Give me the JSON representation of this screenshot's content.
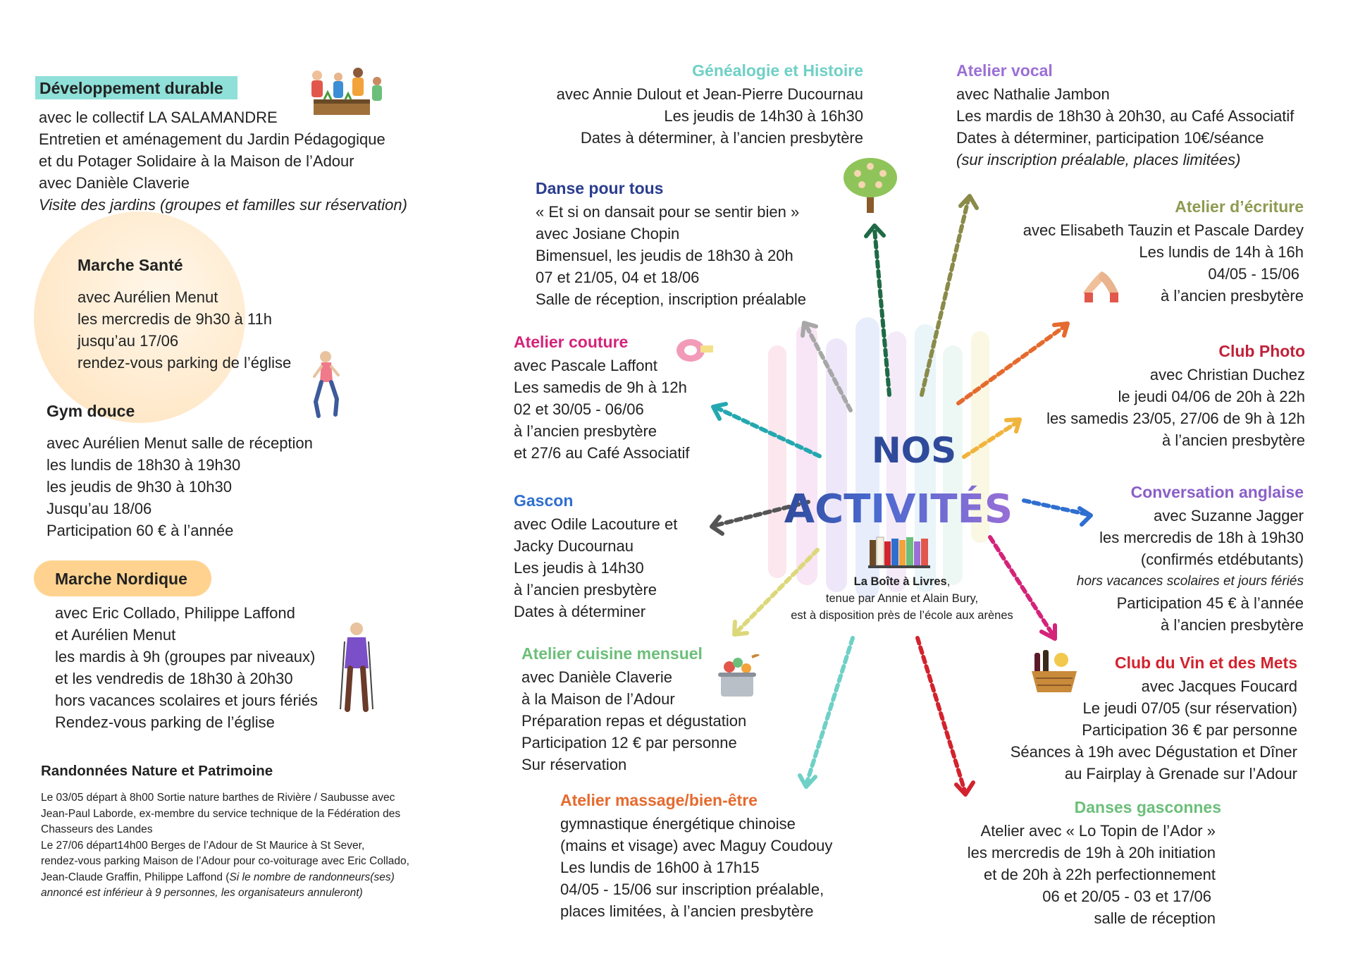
{
  "colors": {
    "green_tag": "#8fe0d8",
    "orange_tag": "#ffd38f",
    "teal": "#6fd0c6",
    "purple": "#9b6fd6",
    "navy": "#2a3d8f",
    "olive": "#8f9a50",
    "magenta": "#d4237a",
    "crimson": "#c0213a",
    "blue": "#2f6fd0",
    "purple2": "#8a5fc8",
    "green2": "#6cbf7a",
    "orange": "#e56a2e",
    "red": "#d2232e"
  },
  "dev_durable": {
    "title": "Développement durable",
    "lines": [
      "avec le collectif LA SALAMANDRE",
      "Entretien et aménagement du Jardin Pédagogique",
      "et du Potager Solidaire à la Maison de l’Adour",
      "avec Danièle Claverie"
    ],
    "italic": "Visite des jardins (groupes et familles sur réservation)"
  },
  "marche_sante": {
    "title": "Marche Santé",
    "lines": [
      "avec Aurélien Menut",
      "les mercredis de 9h30 à 11h",
      "jusqu’au 17/06",
      "rendez-vous parking de l’église"
    ]
  },
  "gym_douce": {
    "title": "Gym douce",
    "lines": [
      "avec Aurélien Menut salle de réception",
      "les lundis de 18h30 à 19h30",
      "les jeudis de 9h30 à 10h30",
      "Jusqu’au 18/06",
      "Participation 60 € à l’année"
    ]
  },
  "marche_nordique": {
    "title": "Marche Nordique",
    "lines": [
      "avec Eric Collado, Philippe Laffond",
      "et Aurélien Menut",
      "les mardis à 9h (groupes par niveaux)",
      "et les vendredis de 18h30 à 20h30",
      "hors vacances scolaires et jours fériés",
      "Rendez-vous parking de l’église"
    ]
  },
  "randonnees": {
    "title": "Randonnées Nature et Patrimoine",
    "lines": [
      "Le 03/05 départ à 8h00 Sortie nature barthes de Rivière / Saubusse avec",
      "Jean-Paul Laborde, ex-membre du service technique de la Fédération des",
      "Chasseurs des Landes",
      "Le 27/06 départ14h00 Berges de l’Adour de St Maurice à St Sever,",
      "rendez-vous parking Maison de l’Adour pour co-voiturage avec Eric Collado,"
    ],
    "mixed_line_normal": "Jean-Claude Graffin, Philippe Laffond (",
    "mixed_line_italic": "Si le nombre de randonneurs(ses)",
    "last_italic": "annoncé est inférieur à 9 personnes, les organisateurs annuleront)"
  },
  "genealogie": {
    "title": "Généalogie et Histoire",
    "lines": [
      "avec Annie Dulout et Jean-Pierre Ducournau",
      "Les jeudis de 14h30 à 16h30",
      "Dates à déterminer, à l’ancien presbytère"
    ]
  },
  "danse": {
    "title": "Danse pour tous",
    "lines": [
      "« Et si on dansait pour se sentir bien »",
      "avec Josiane Chopin",
      "Bimensuel, les jeudis de 18h30 à 20h",
      "07 et 21/05, 04 et 18/06",
      "Salle de réception, inscription préalable"
    ]
  },
  "couture": {
    "title": "Atelier couture",
    "lines": [
      "avec Pascale Laffont",
      "Les samedis de 9h à 12h",
      "02 et 30/05 - 06/06",
      "à l’ancien presbytère",
      "et 27/6 au Café Associatif"
    ]
  },
  "gascon": {
    "title": "Gascon",
    "lines": [
      "avec Odile Lacouture et",
      "Jacky Ducournau",
      "Les jeudis à 14h30",
      "à l’ancien presbytère",
      "Dates à déterminer"
    ]
  },
  "cuisine": {
    "title": "Atelier cuisine mensuel",
    "lines": [
      "avec Danièle Claverie",
      "à la Maison de l’Adour",
      "Préparation repas et dégustation",
      "Participation 12 € par personne",
      "Sur réservation"
    ]
  },
  "massage": {
    "title": "Atelier massage/bien-être",
    "lines": [
      "gymnastique énergétique chinoise",
      "(mains et visage) avec Maguy Coudouy",
      "Les lundis de 16h00 à 17h15",
      "04/05 - 15/06 sur inscription préalable,",
      "places limitées, à l’ancien presbytère"
    ]
  },
  "center": {
    "line1": "NOS",
    "line2": "ACTIVITÉS",
    "boite_title": "La Boîte à Livres",
    "boite_comma": ",",
    "boite_line2": "tenue par Annie et Alain Bury,",
    "boite_line3": "est à disposition près de l’école aux arènes"
  },
  "vocal": {
    "title": "Atelier vocal",
    "lines": [
      "avec Nathalie Jambon",
      "Les mardis de 18h30 à 20h30, au Café Associatif",
      "Dates à déterminer, participation 10€/séance"
    ],
    "italic": "(sur inscription préalable, places limitées)"
  },
  "ecriture": {
    "title": "Atelier d’écriture",
    "lines": [
      "avec Elisabeth Tauzin et Pascale Dardey",
      "Les lundis de 14h à 16h",
      "04/05 - 15/06",
      "à l’ancien presbytère"
    ]
  },
  "photo": {
    "title": "Club Photo",
    "lines": [
      "avec Christian Duchez",
      "le jeudi 04/06 de 20h à 22h",
      "les samedis 23/05, 27/06 de 9h à 12h",
      "à l’ancien presbytère"
    ]
  },
  "anglaise": {
    "title": "Conversation anglaise",
    "lines": [
      "avec Suzanne Jagger",
      "les mercredis de 18h à 19h30",
      "(confirmés etdébutants)"
    ],
    "italic": "hors vacances scolaires et jours fériés",
    "lines2": [
      "Participation 45 € à l’année",
      "à l’ancien presbytère"
    ]
  },
  "vin": {
    "title": "Club du Vin et des Mets",
    "lines": [
      "avec Jacques Foucard",
      "Le jeudi 07/05 (sur réservation)",
      "Participation 36 € par personne",
      "Séances à 19h avec Dégustation et Dîner",
      "au Fairplay à Grenade sur l’Adour"
    ]
  },
  "danses_gasconnes": {
    "title": "Danses gasconnes",
    "lines": [
      "Atelier avec « Lo Topin de l’Ador »",
      "les mercredis de 19h à 20h initiation",
      "et de 20h à 22h perfectionnement",
      "06 et 20/05 - 03 et 17/06",
      "salle de réception"
    ]
  },
  "illustrations": [
    "gardening-people-icon",
    "jogging-woman-icon",
    "hiking-man-icon",
    "family-tree-icon",
    "measuring-tape-icon",
    "cooking-pot-icon",
    "books-icon",
    "writing-hands-icon",
    "wine-basket-icon"
  ]
}
